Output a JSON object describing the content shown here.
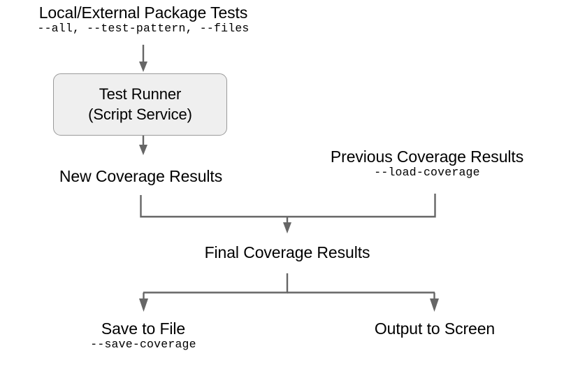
{
  "diagram": {
    "type": "flowchart",
    "background_color": "#ffffff",
    "edge_color": "#666666",
    "box_fill_color": "#efefef",
    "box_border_color": "#9a9a9a",
    "nodes": {
      "input": {
        "title": "Local/External Package Tests",
        "flags": "--all, --test-pattern, --files"
      },
      "runner": {
        "line1": "Test Runner",
        "line2": "(Script Service)"
      },
      "new_coverage": {
        "title": "New Coverage Results"
      },
      "previous_coverage": {
        "title": "Previous Coverage Results",
        "flags": "--load-coverage"
      },
      "final_coverage": {
        "title": "Final Coverage Results"
      },
      "save_to_file": {
        "title": "Save to File",
        "flags": "--save-coverage"
      },
      "output_to_screen": {
        "title": "Output to Screen"
      }
    },
    "edges": [
      {
        "name": "input-to-runner",
        "from": "input",
        "to": "runner"
      },
      {
        "name": "runner-to-new-coverage",
        "from": "runner",
        "to": "new_coverage"
      },
      {
        "name": "new-coverage-to-final",
        "from": "new_coverage",
        "to": "final_coverage"
      },
      {
        "name": "previous-coverage-to-final",
        "from": "previous_coverage",
        "to": "final_coverage"
      },
      {
        "name": "final-to-save-to-file",
        "from": "final_coverage",
        "to": "save_to_file"
      },
      {
        "name": "final-to-output-to-screen",
        "from": "final_coverage",
        "to": "output_to_screen"
      }
    ]
  }
}
